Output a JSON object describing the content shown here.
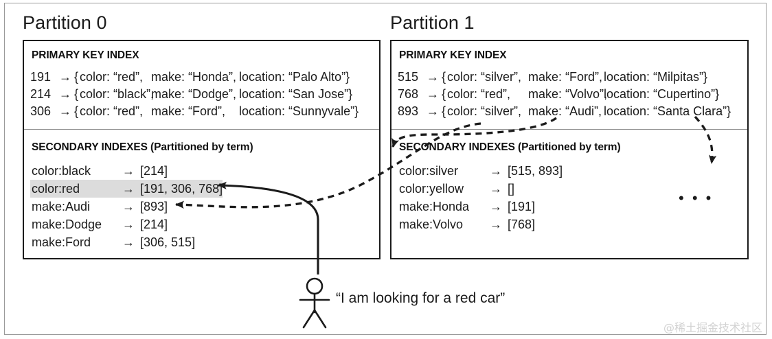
{
  "figure": {
    "outer_border_color": "#9a9a9a",
    "panel_border_color": "#1b1b1b",
    "highlight_color": "#dcdcdc",
    "ink_color": "#1b1b1b"
  },
  "partitions": [
    {
      "title": "Partition 0",
      "primary_index": {
        "heading": "PRIMARY KEY INDEX",
        "arrow": "→",
        "open_brace": "{",
        "close_brace": "}",
        "rows": [
          {
            "key": "191",
            "color": "color: “red”,",
            "make": "make: “Honda”,",
            "location": "location: “Palo Alto”"
          },
          {
            "key": "214",
            "color": "color: “black”,",
            "make": "make: “Dodge”,",
            "location": "location: “San Jose”"
          },
          {
            "key": "306",
            "color": "color: “red”,",
            "make": "make: “Ford”,",
            "location": "location: “Sunnyvale”"
          }
        ]
      },
      "secondary_index": {
        "heading": "SECONDARY INDEXES (Partitioned by term)",
        "arrow": "→",
        "rows": [
          {
            "term": "color:black",
            "postings": "[214]",
            "highlighted": false
          },
          {
            "term": "color:red",
            "postings": "[191, 306, 768]",
            "highlighted": true
          },
          {
            "term": "make:Audi",
            "postings": "[893]",
            "highlighted": false
          },
          {
            "term": "make:Dodge",
            "postings": "[214]",
            "highlighted": false
          },
          {
            "term": "make:Ford",
            "postings": "[306, 515]",
            "highlighted": false
          }
        ]
      }
    },
    {
      "title": "Partition 1",
      "primary_index": {
        "heading": "PRIMARY KEY INDEX",
        "arrow": "→",
        "open_brace": "{",
        "close_brace": "}",
        "rows": [
          {
            "key": "515",
            "color": "color: “silver”,",
            "make": "make: “Ford”,",
            "location": "location: “Milpitas”"
          },
          {
            "key": "768",
            "color": "color: “red”,",
            "make": "make: “Volvo”,",
            "location": "location: “Cupertino”"
          },
          {
            "key": "893",
            "color": "color: “silver”,",
            "make": "make: “Audi”,",
            "location": "location: “Santa Clara”"
          }
        ]
      },
      "secondary_index": {
        "heading": "SECONDARY INDEXES (Partitioned by term)",
        "arrow": "→",
        "rows": [
          {
            "term": "color:silver",
            "postings": "[515, 893]",
            "highlighted": false
          },
          {
            "term": "color:yellow",
            "postings": "[]",
            "highlighted": false
          },
          {
            "term": "make:Honda",
            "postings": "[191]",
            "highlighted": false
          },
          {
            "term": "make:Volvo",
            "postings": "[768]",
            "highlighted": false
          }
        ]
      },
      "ellipsis": "• • •"
    }
  ],
  "user": {
    "quote": "“I am looking for a red car”"
  },
  "watermark": {
    "text": "@稀土掘金技术社区"
  }
}
